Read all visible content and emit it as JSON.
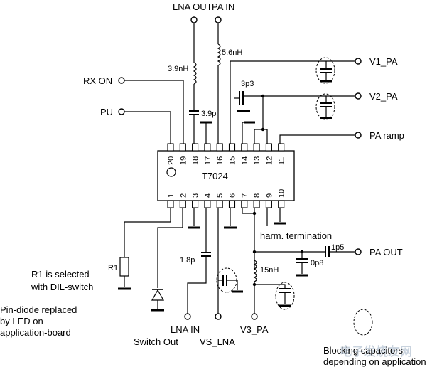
{
  "chip": {
    "name": "T7024"
  },
  "pins_top": [
    "20",
    "19",
    "18",
    "17",
    "16",
    "15",
    "14",
    "13",
    "12",
    "11"
  ],
  "pins_bottom": [
    "1",
    "2",
    "3",
    "4",
    "5",
    "6",
    "7",
    "8",
    "9",
    "10"
  ],
  "signals": {
    "lna_out": "LNA OUT",
    "pa_in": "PA IN",
    "rx_on": "RX ON",
    "pu": "PU",
    "v1_pa": "V1_PA",
    "v2_pa": "V2_PA",
    "pa_ramp": "PA ramp",
    "pa_out": "PA OUT",
    "lna_in": "LNA IN",
    "vs_lna": "VS_LNA",
    "v3_pa": "V3_PA",
    "switch_out": "Switch Out"
  },
  "components": {
    "l_lna": "3.9nH",
    "c_lna": "3.9p",
    "l_pa": "5.6nH",
    "c_3p3": "3p3",
    "c_1p8": "1.8p",
    "l_15n": "15nH",
    "c_0p8": "0p8",
    "c_1p5": "1p5",
    "r1": "R1"
  },
  "notes": {
    "harm": "harm. termination",
    "r1_note_1": "R1 is selected",
    "r1_note_2": "with DIL-switch",
    "pin_note_1": "Pin-diode  replaced",
    "pin_note_2": "by LED on",
    "pin_note_3": "application-board",
    "legend_1": "Blocking capacitors",
    "legend_2": "depending on application"
  },
  "watermark": "电子发烧友网"
}
